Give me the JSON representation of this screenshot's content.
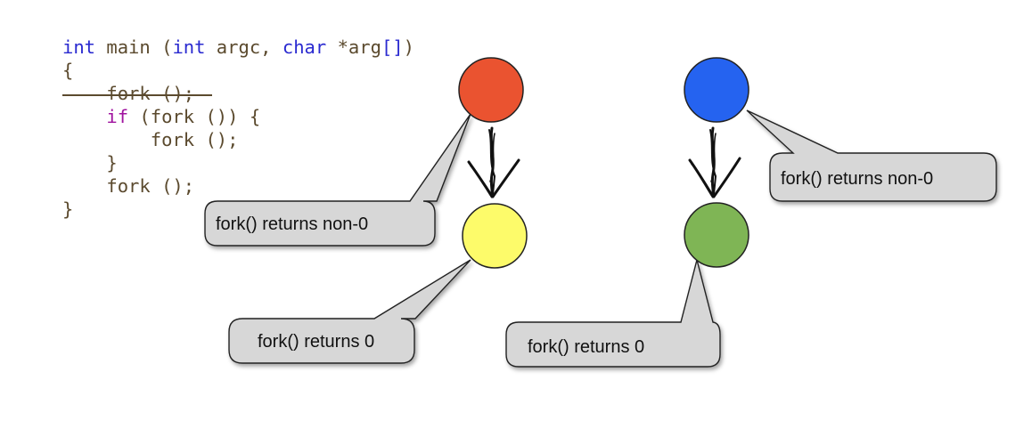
{
  "code": {
    "lines": [
      {
        "parts": [
          {
            "t": "int",
            "c": "kw"
          },
          {
            "t": " main (",
            "c": ""
          },
          {
            "t": "int",
            "c": "kw"
          },
          {
            "t": " argc, ",
            "c": ""
          },
          {
            "t": "char",
            "c": "kw"
          },
          {
            "t": " *arg",
            "c": ""
          },
          {
            "t": "[]",
            "c": "kw"
          },
          {
            "t": ")",
            "c": ""
          }
        ]
      },
      {
        "parts": [
          {
            "t": "{",
            "c": ""
          }
        ]
      },
      {
        "parts": [
          {
            "t": "    fork ();",
            "c": ""
          }
        ],
        "struck": true
      },
      {
        "parts": [
          {
            "t": "    ",
            "c": ""
          },
          {
            "t": "if",
            "c": "kw2"
          },
          {
            "t": " (fork ()) {",
            "c": ""
          }
        ],
        "highlighted": true
      },
      {
        "parts": [
          {
            "t": "        fork ();",
            "c": ""
          }
        ]
      },
      {
        "parts": [
          {
            "t": "    }",
            "c": ""
          }
        ]
      },
      {
        "parts": [
          {
            "t": "    fork ();",
            "c": ""
          }
        ]
      },
      {
        "parts": [
          {
            "t": "}",
            "c": ""
          }
        ]
      }
    ]
  },
  "nodes": [
    {
      "id": "red-process",
      "color": "#ea5330"
    },
    {
      "id": "yellow-process",
      "color": "#fdfb6a"
    },
    {
      "id": "blue-process",
      "color": "#2563f0"
    },
    {
      "id": "green-process",
      "color": "#7fb555"
    }
  ],
  "callouts": [
    {
      "id": "red",
      "text": "fork() returns non-0"
    },
    {
      "id": "yellow",
      "text": "fork() returns 0"
    },
    {
      "id": "blue",
      "text": "fork() returns non-0"
    },
    {
      "id": "green",
      "text": "fork() returns 0"
    }
  ],
  "colors": {
    "highlight": "#fbf76a",
    "keyword": "#2a2ad0",
    "keyword_if": "#a0139f",
    "code_text": "#5b4a2e",
    "callout_fill": "#d7d7d7"
  }
}
